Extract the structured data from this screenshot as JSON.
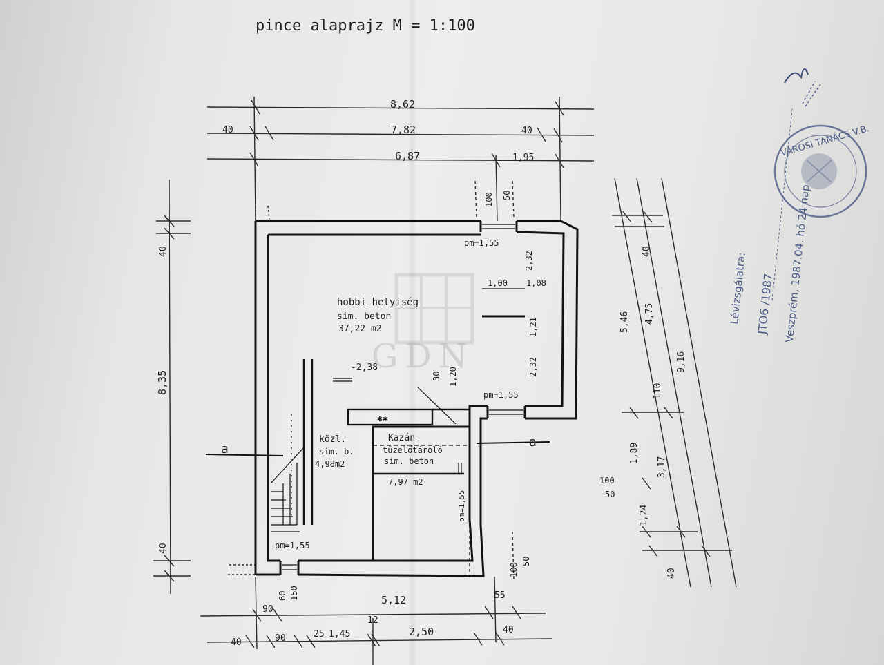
{
  "title": "pince alaprajz M = 1:100",
  "dimensions": {
    "top_overall": "8,62",
    "top_left_40": "40",
    "top_mid": "7,82",
    "top_right_40": "40",
    "top_3_a": "6,87",
    "top_3_b": "1,95",
    "top_opening_100": "100",
    "top_opening_50": "50",
    "left_40": "40",
    "left_total": "8,35",
    "left_bottom_40": "40",
    "right_40": "40",
    "right_546": "5,46",
    "right_475": "4,75",
    "right_916": "9,16",
    "right_110": "110",
    "right_189": "1,89",
    "right_317": "3,17",
    "right_124": "1,24",
    "right_bottom_40": "40",
    "right_opening_100": "100",
    "right_opening_50": "50",
    "bottom_opening_100": "100",
    "bottom_opening_50": "50",
    "left_opening_60": "60",
    "left_opening_150": "150",
    "bottom_90": "90",
    "bottom_512": "5,12",
    "bottom_55": "55",
    "bottom_12": "12",
    "bottom_row_40a": "40",
    "bottom_row_90": "90",
    "bottom_row_25": "25",
    "bottom_row_145": "1,45",
    "bottom_row_250": "2,50",
    "bottom_row_40b": "40"
  },
  "interior": {
    "pm_top": "pm=1,55",
    "d232": "2,32",
    "d100": "1,00",
    "d108": "1,08",
    "d232b": "2,32",
    "d121": "1,21",
    "elev": "-2,38",
    "d30": "30",
    "d120": "1,20",
    "pm_mid": "pm=1,55",
    "pm_bottom": "pm=1,55",
    "pm_side": "pm=1,55"
  },
  "rooms": {
    "hobby_name": "hobbi helyiség",
    "hobby_floor": "sim. beton",
    "hobby_area": "37,22 m2",
    "stair_name": "közl.",
    "stair_floor": "sim. b.",
    "stair_area": "4,98m2",
    "boiler_name": "Kazán-",
    "boiler_name2": "tüzelőtároló",
    "boiler_floor": "sim. beton",
    "boiler_area": "7,97 m2",
    "chimney_mark": "✱✱"
  },
  "section": {
    "left": "a",
    "right": "a"
  },
  "stamp_text": {
    "header": "Lévizsgálatra:",
    "number": "JTO6 /1987",
    "date": "Veszprém, 1987.04. hó 24 nap",
    "council": "VÁROSI TANÁCS V.B."
  },
  "watermark": "GDN",
  "colors": {
    "ink": "#1e1e22",
    "stamp": "#4a5a86",
    "paper": "#ececea"
  }
}
